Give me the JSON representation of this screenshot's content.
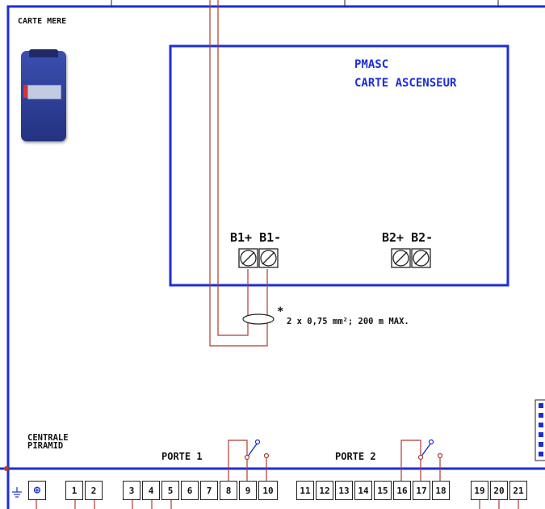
{
  "labels": {
    "board": "CARTE MERE",
    "module_title_1": "PMASC",
    "module_title_2": "CARTE ASCENSEUR",
    "b1": "B1+ B1-",
    "b2": "B2+ B2-",
    "cable_mark": "*",
    "cable_spec": "2 x 0,75 mm²; 200 m MAX.",
    "central_1": "CENTRALE",
    "central_2": "PIRAMID",
    "door1": "PORTE 1",
    "door2": "PORTE 2"
  },
  "terminal_block": {
    "earth_icon": "earth-ground-icon",
    "first_symbol": "⊕",
    "terminals": [
      "1",
      "2",
      "3",
      "4",
      "5",
      "6",
      "7",
      "8",
      "9",
      "10",
      "11",
      "12",
      "13",
      "14",
      "15",
      "16",
      "17",
      "18",
      "19",
      "20",
      "21"
    ]
  },
  "colors": {
    "module_outline": "#1c2ed6",
    "wire": "#b03a2e",
    "relay": "#1c2ed6"
  }
}
